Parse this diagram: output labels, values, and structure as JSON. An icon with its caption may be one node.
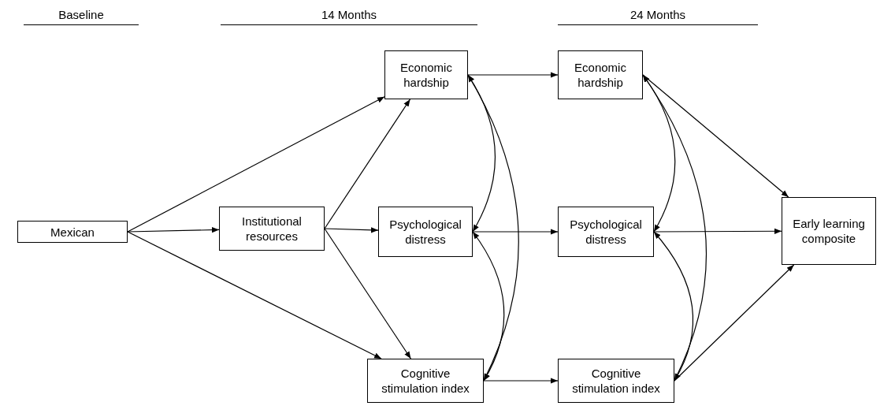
{
  "diagram": {
    "nodes": [
      {
        "text": [
          "Mexican"
        ]
      },
      {
        "text": [
          "Institutional resources"
        ]
      },
      {
        "text": [
          "Economic hardship"
        ]
      },
      {
        "text": [
          "Psychological distress"
        ]
      },
      {
        "text": [
          "Cognitive stimulation index"
        ]
      },
      {
        "text": [
          "Economic hardship"
        ]
      },
      {
        "text": [
          "Psychological distress"
        ]
      },
      {
        "text": [
          "Cognitive stimulation index"
        ]
      },
      {
        "text": [
          "Early learning composite"
        ]
      }
    ],
    "edges": [
      {
        "from": 0,
        "to": 2,
        "arrow": "to"
      },
      {
        "from": 0,
        "to": 1,
        "arrow": "to"
      },
      {
        "from": 0,
        "to": 4,
        "arrow": "to"
      },
      {
        "from": 1,
        "to": 2,
        "arrow": "to"
      },
      {
        "from": 1,
        "to": 3,
        "arrow": "to"
      },
      {
        "from": 1,
        "to": 4,
        "arrow": "to"
      },
      {
        "from": 2,
        "to": 3,
        "arrow": "both"
      },
      {
        "from": 2,
        "to": 4,
        "arrow": "both"
      },
      {
        "from": 3,
        "to": 4,
        "arrow": "both"
      },
      {
        "from": 2,
        "to": 5,
        "arrow": "to"
      },
      {
        "from": 3,
        "to": 6,
        "arrow": "to"
      },
      {
        "from": 4,
        "to": 7,
        "arrow": "to"
      },
      {
        "from": 5,
        "to": 6,
        "arrow": "both"
      },
      {
        "from": 5,
        "to": 7,
        "arrow": "both"
      },
      {
        "from": 6,
        "to": 7,
        "arrow": "both"
      },
      {
        "from": 5,
        "to": 8,
        "arrow": "to"
      },
      {
        "from": 6,
        "to": 8,
        "arrow": "to"
      },
      {
        "from": 7,
        "to": 8,
        "arrow": "to"
      }
    ],
    "labels": [
      "Baseline",
      "14 Months",
      "24 Months"
    ]
  }
}
